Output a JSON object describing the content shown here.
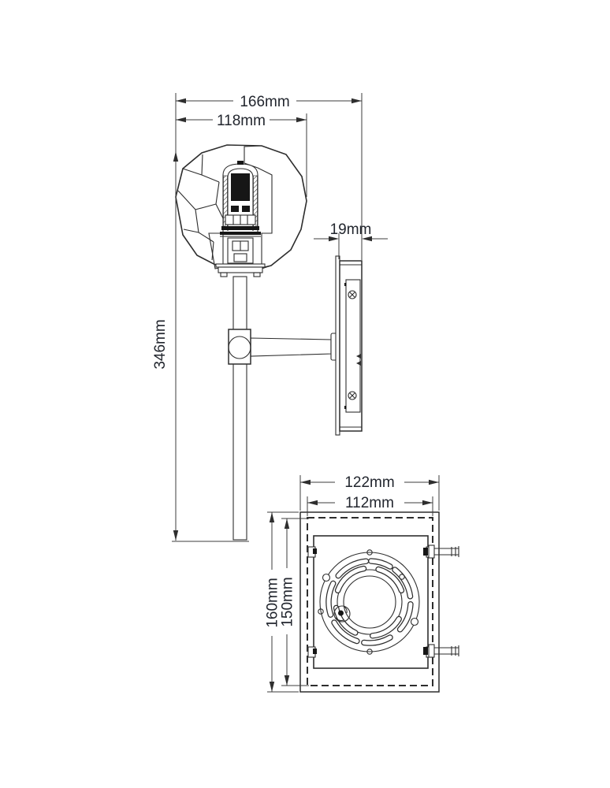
{
  "title": "Wall sconce technical dimension drawing",
  "colors": {
    "background": "#ffffff",
    "line": "#2e2e2e",
    "dimension_text": "#22262e"
  },
  "views": {
    "side_elevation": "faceted crystal shade, lamp, stem, arm and wall backplate (side view)",
    "backplate_plan": "wall backplate mounting plate (rear view)"
  },
  "dimensions": {
    "overall_depth": "166mm",
    "shade_width": "118mm",
    "backplate_projection": "19mm",
    "overall_height": "346mm",
    "plate_outer_width": "122mm",
    "plate_inner_width": "112mm",
    "plate_outer_height": "160mm",
    "plate_inner_height": "150mm"
  }
}
